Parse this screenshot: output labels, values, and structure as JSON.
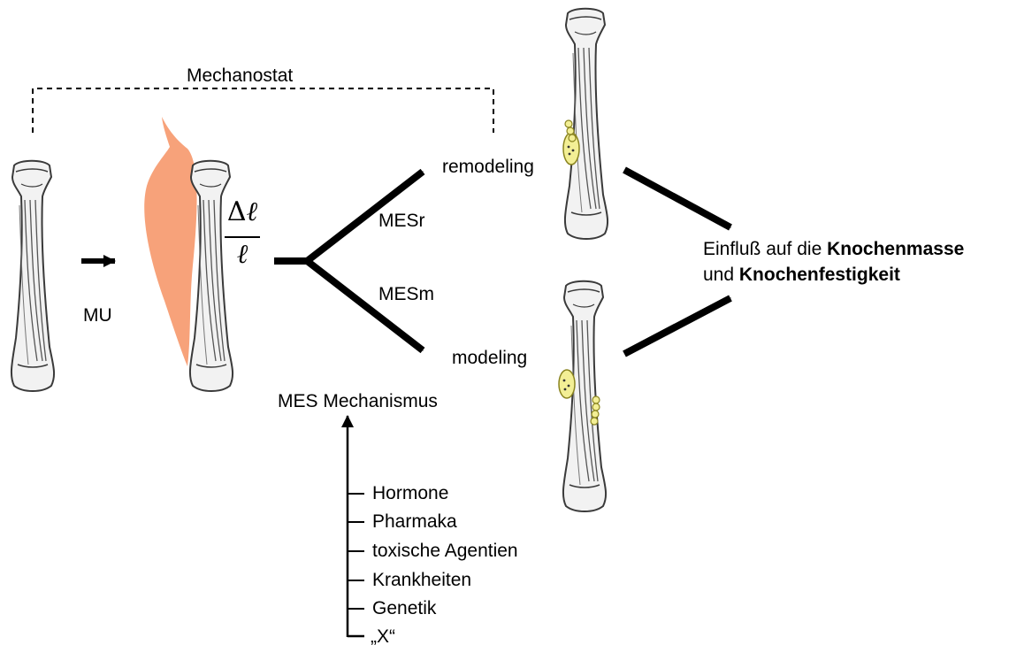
{
  "diagram": {
    "mechanostat_label": "Mechanostat",
    "mu_label": "MU",
    "strain": {
      "numerator_delta": "Δ",
      "numerator_ell": "ℓ",
      "denominator": "ℓ"
    },
    "mes_r_label": "MESr",
    "mes_m_label": "MESm",
    "remodeling_label": "remodeling",
    "modeling_label": "modeling",
    "mes_mechanism_label": "MES Mechanismus",
    "influences": [
      "Hormone",
      "Pharmaka",
      "toxische Agentien",
      "Krankheiten",
      "Genetik",
      "„X“"
    ],
    "effect": {
      "line1_prefix": "Einfluß auf die ",
      "line1_bold": "Knochenmasse",
      "line2_prefix": "und ",
      "line2_bold": "Knochenfestigkeit"
    },
    "colors": {
      "muscle": "#f7a27a",
      "bone_fill": "#f2f2f2",
      "bone_stroke": "#3a3a3a",
      "cell_fill": "#f3ef95",
      "cell_stroke": "#8a8420",
      "arrow": "#000000"
    }
  }
}
